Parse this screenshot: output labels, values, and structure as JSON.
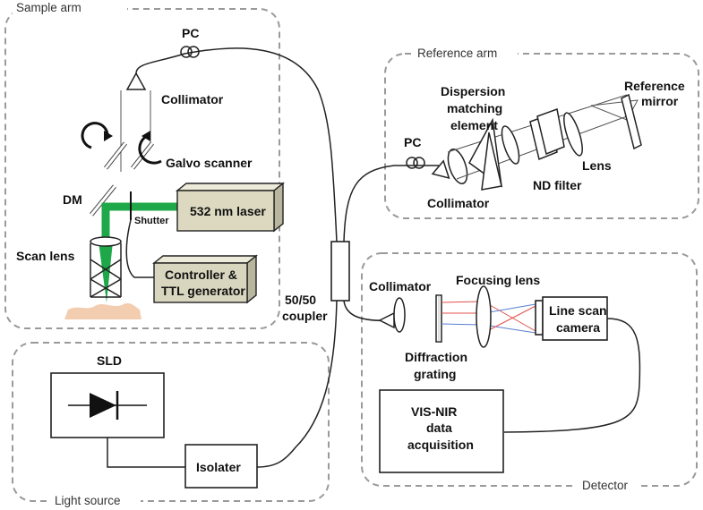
{
  "regions": {
    "sample_arm": "Sample arm",
    "reference_arm": "Reference arm",
    "light_source": "Light source",
    "detector": "Detector"
  },
  "sample_arm": {
    "pc": "PC",
    "collimator": "Collimator",
    "galvo": "Galvo scanner",
    "dm": "DM",
    "shutter": "Shutter",
    "laser": "532 nm laser",
    "scan_lens": "Scan lens",
    "controller_line1": "Controller &",
    "controller_line2": "TTL generator"
  },
  "reference_arm": {
    "pc": "PC",
    "collimator": "Collimator",
    "dispersion_line1": "Dispersion",
    "dispersion_line2": "matching",
    "dispersion_line3": "element",
    "nd_filter": "ND filter",
    "lens": "Lens",
    "mirror_line1": "Reference",
    "mirror_line2": "mirror"
  },
  "coupler": {
    "line1": "50/50",
    "line2": "coupler"
  },
  "light_source": {
    "sld": "SLD",
    "isolater": "Isolater"
  },
  "detector": {
    "collimator": "Collimator",
    "focusing_lens": "Focusing lens",
    "grating_line1": "Diffraction",
    "grating_line2": "grating",
    "camera_line1": "Line scan",
    "camera_line2": "camera",
    "acq_line1": "VIS-NIR",
    "acq_line2": "data",
    "acq_line3": "acquisition"
  },
  "colors": {
    "green_beam": "#1fa84a",
    "laser_box": "#dcd9c0",
    "controller_box": "#d9d6bf",
    "sample_tissue": "#f3cdb0",
    "red_ray": "#e0504a",
    "blue_ray": "#5a7fd0",
    "region_border": "#9a9a9a"
  }
}
